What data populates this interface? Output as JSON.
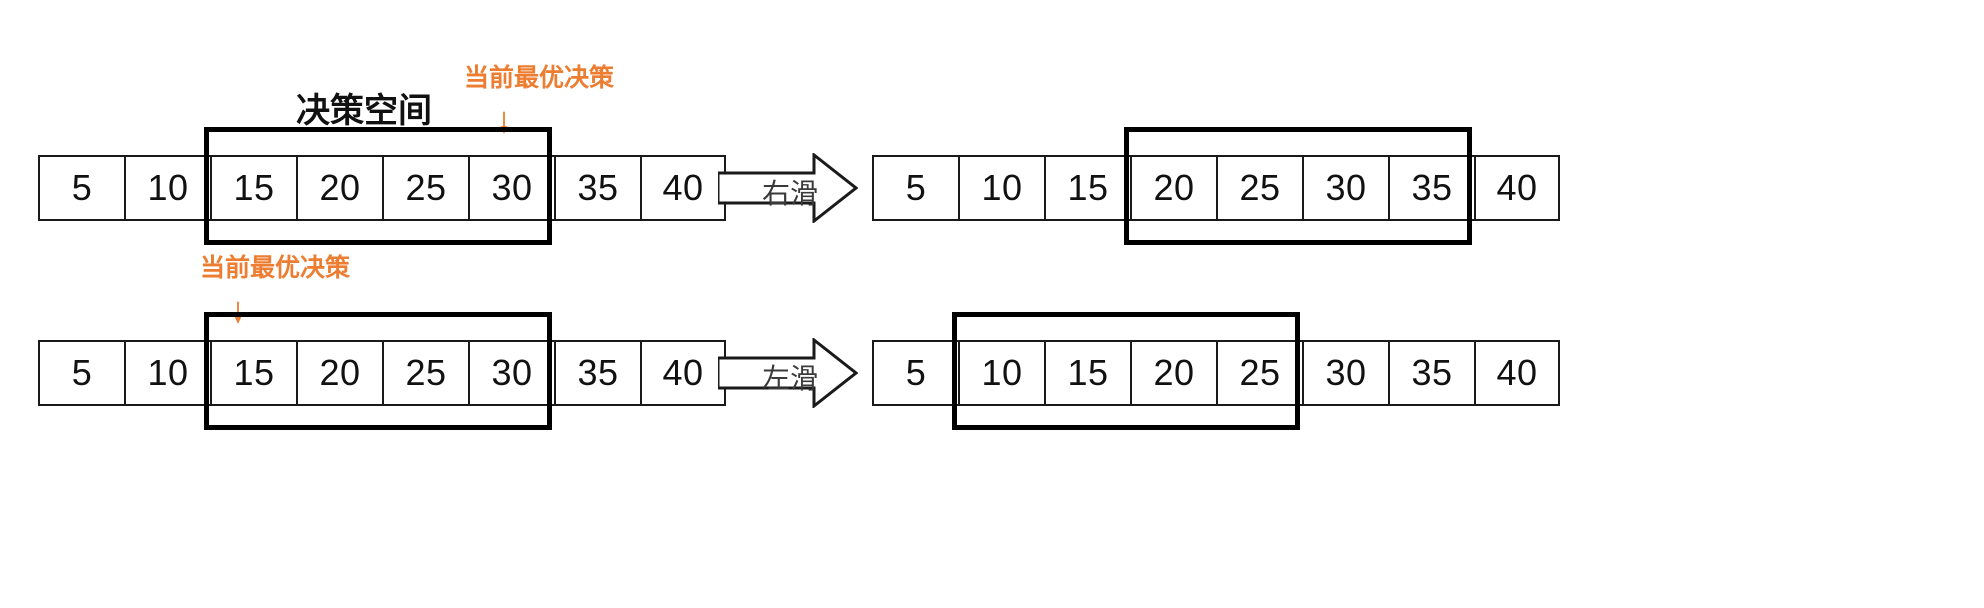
{
  "diagram": {
    "title_caption": "决策空间",
    "marker_label": "当前最优决策",
    "accent_color": "#ED7D31",
    "line_color": "#000000"
  },
  "rows": [
    {
      "id": "top",
      "before": {
        "cells": [
          "5",
          "10",
          "15",
          "20",
          "25",
          "30",
          "35",
          "40"
        ],
        "window_start_index": 2,
        "window_end_index": 5,
        "marker_index": 5,
        "marker_label": "当前最优决策",
        "caption": "决策空间"
      },
      "transition": {
        "label": "右滑",
        "direction": "right"
      },
      "after": {
        "cells": [
          "5",
          "10",
          "15",
          "20",
          "25",
          "30",
          "35",
          "40"
        ],
        "window_start_index": 3,
        "window_end_index": 6
      }
    },
    {
      "id": "bottom",
      "before": {
        "cells": [
          "5",
          "10",
          "15",
          "20",
          "25",
          "30",
          "35",
          "40"
        ],
        "window_start_index": 2,
        "window_end_index": 5,
        "marker_index": 2,
        "marker_label": "当前最优决策"
      },
      "transition": {
        "label": "左滑",
        "direction": "right"
      },
      "after": {
        "cells": [
          "5",
          "10",
          "15",
          "20",
          "25",
          "30",
          "35",
          "40"
        ],
        "window_start_index": 1,
        "window_end_index": 4
      }
    }
  ]
}
